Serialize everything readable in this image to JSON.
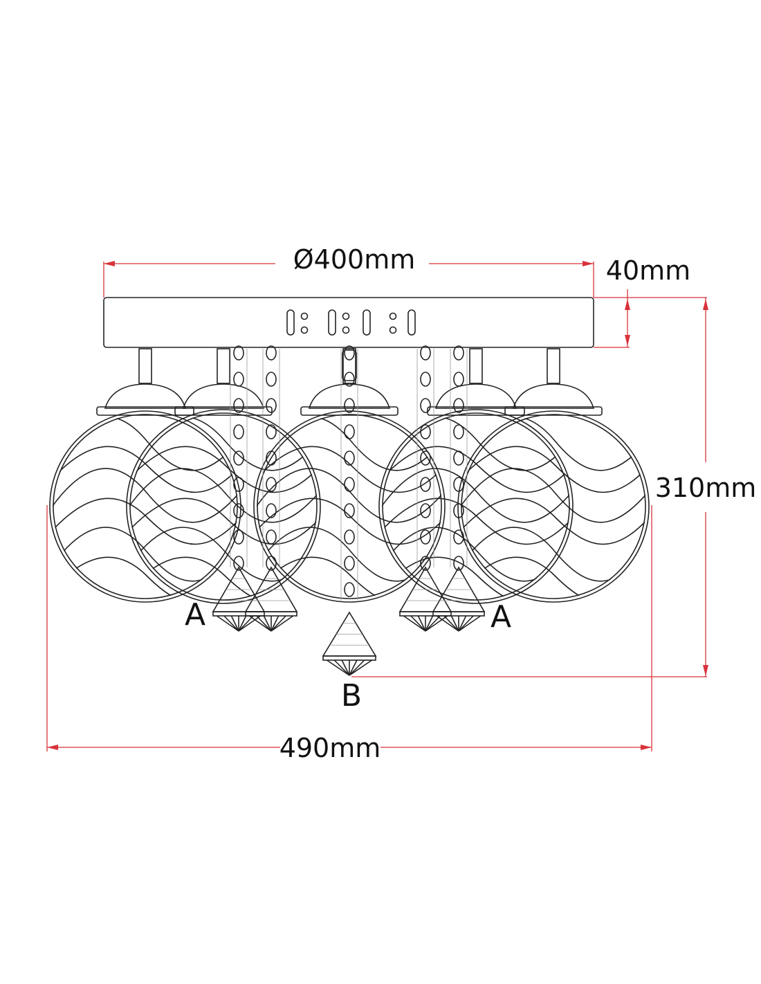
{
  "diagram": {
    "dimensions": {
      "diameter": "Ø400mm",
      "base_height": "40mm",
      "total_height": "310mm",
      "total_width": "490mm"
    },
    "labels": {
      "pendant_a_left": "A",
      "pendant_a_right": "A",
      "pendant_b": "B"
    },
    "colors": {
      "line": "#222222",
      "dimension": "#d9323a"
    }
  }
}
